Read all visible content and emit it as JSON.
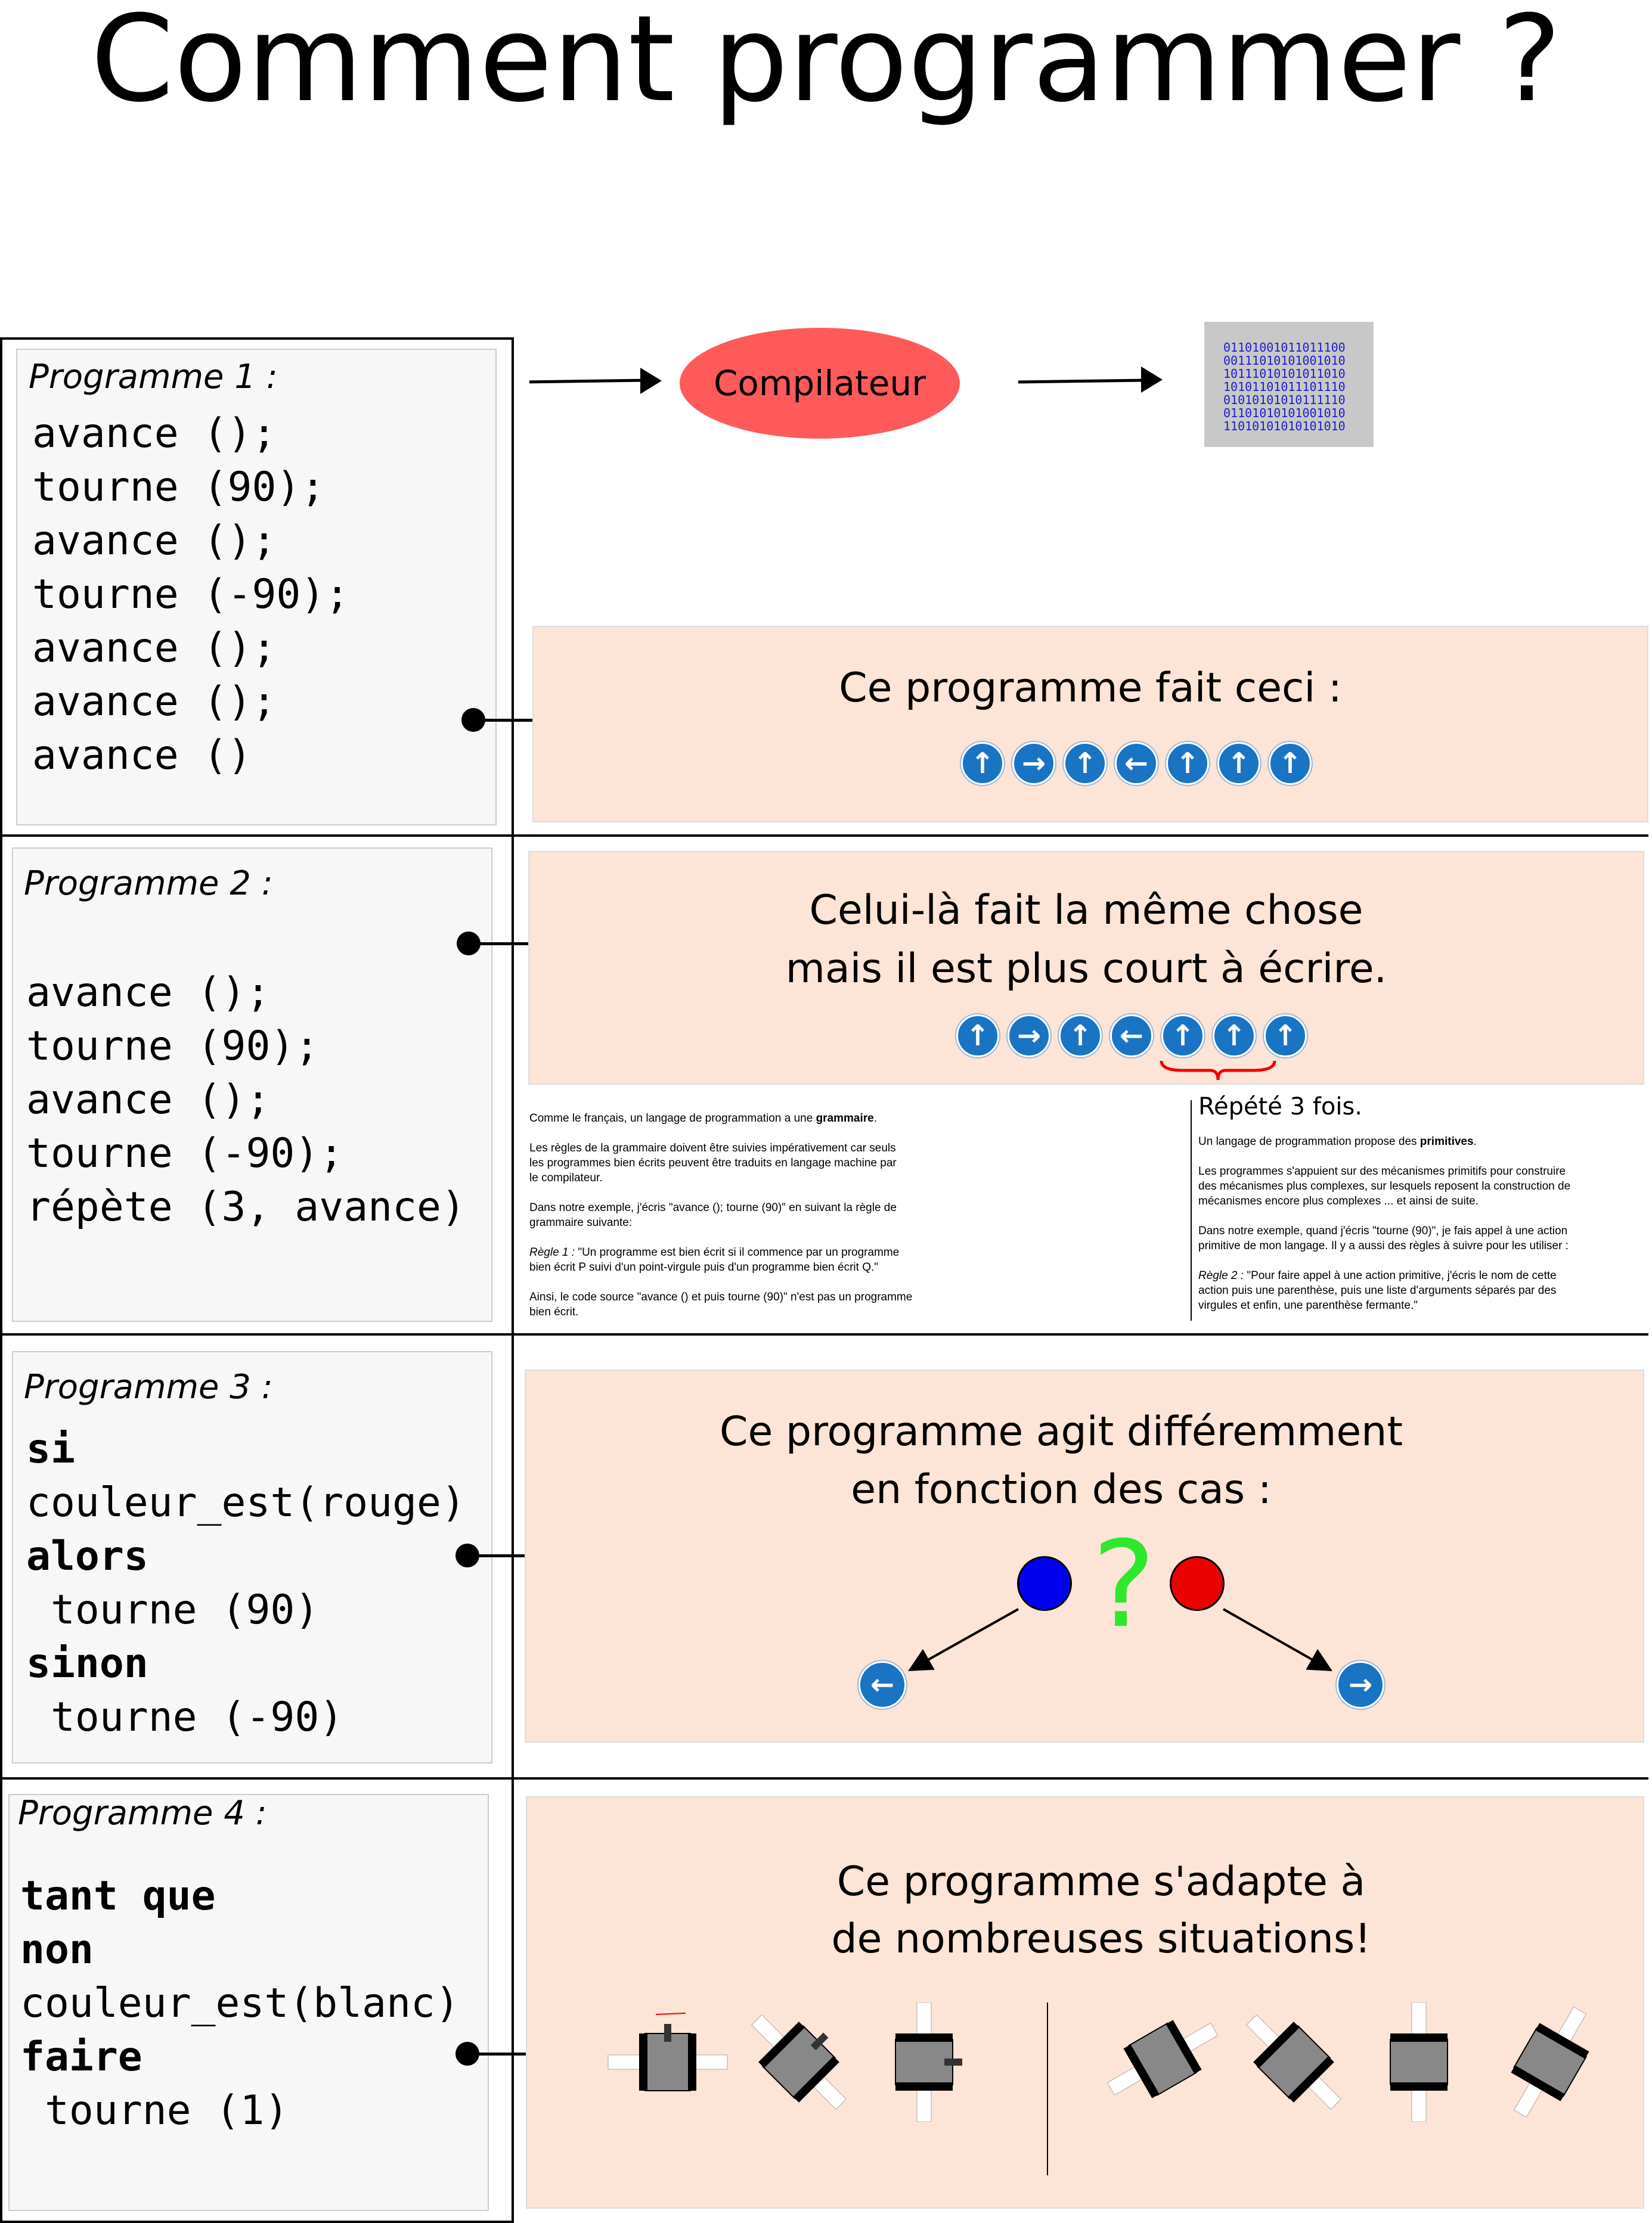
{
  "title": "Comment programmer ?",
  "compiler": {
    "label": "Compilateur",
    "binary": [
      "01101001011011100",
      "00111010101001010",
      "10111010101011010",
      "10101101011101110",
      "01010101010111110",
      "01101010101001010",
      "11010101010101010"
    ]
  },
  "programs": [
    {
      "label": "Programme 1 :",
      "lines": [
        {
          "text": "avance ();",
          "bold": false
        },
        {
          "text": "tourne (90);",
          "bold": false
        },
        {
          "text": "avance ();",
          "bold": false
        },
        {
          "text": "tourne (-90);",
          "bold": false
        },
        {
          "text": "avance ();",
          "bold": false
        },
        {
          "text": "avance ();",
          "bold": false
        },
        {
          "text": "avance ()",
          "bold": false
        }
      ]
    },
    {
      "label": "Programme 2 :",
      "lines": [
        {
          "text": "avance ();",
          "bold": false
        },
        {
          "text": "tourne (90);",
          "bold": false
        },
        {
          "text": "avance ();",
          "bold": false
        },
        {
          "text": "tourne (-90);",
          "bold": false
        },
        {
          "text": "répète (3, avance)",
          "bold": false
        }
      ]
    },
    {
      "label": "Programme 3 :",
      "lines": [
        {
          "text": "si",
          "bold": true
        },
        {
          "text": "couleur_est(rouge)",
          "bold": false
        },
        {
          "text": "alors",
          "bold": true
        },
        {
          "text": " tourne (90)",
          "bold": false
        },
        {
          "text": "sinon",
          "bold": true
        },
        {
          "text": " tourne (-90)",
          "bold": false
        }
      ]
    },
    {
      "label": "Programme 4 :",
      "lines": [
        {
          "text": "tant que",
          "bold": true
        },
        {
          "text": "non",
          "bold": true
        },
        {
          "text": "couleur_est(blanc)",
          "bold": false
        },
        {
          "text": "faire",
          "bold": true
        },
        {
          "text": " tourne (1)",
          "bold": false
        }
      ]
    }
  ],
  "panels": {
    "p1": {
      "text": "Ce programme fait ceci :",
      "icons": [
        "up-arrow",
        "right-arrow",
        "up-arrow",
        "left-arrow",
        "up-arrow",
        "up-arrow",
        "up-arrow"
      ]
    },
    "p2": {
      "line1": "Celui-là fait la même chose",
      "line2": "mais il est plus court à écrire.",
      "icons": [
        "up-arrow",
        "right-arrow",
        "up-arrow",
        "left-arrow",
        "up-arrow",
        "up-arrow",
        "up-arrow"
      ],
      "repeat_label": "Répété 3 fois."
    },
    "p3": {
      "line1": "Ce programme agit différemment",
      "line2": "en fonction des cas :",
      "qmark": "?",
      "left_color": "#0000ee",
      "right_color": "#ee0000",
      "left_icon": "left-arrow",
      "right_icon": "right-arrow"
    },
    "p4": {
      "line1": "Ce programme s'adapte à",
      "line2": "de nombreuses situations!"
    }
  },
  "text_left": {
    "p1_pre": "Comme le français, un langage de programmation a une ",
    "p1_bold": "grammaire",
    "p1_post": ".",
    "p2": "Les règles de la grammaire doivent être suivies impérativement car seuls\nles programmes bien écrits peuvent être traduits en langage machine par\nle compilateur.",
    "p3": "Dans notre exemple, j'écris \"avance (); tourne (90)\" en suivant la règle de\ngrammaire suivante:",
    "p4_rule": "Règle 1 :",
    "p4": " \"Un programme est bien écrit si il commence par un programme\nbien écrit P suivi d'un point-virgule puis d'un programme bien écrit Q.\"",
    "p5": "Ainsi, le code source \"avance () et puis tourne (90)\" n'est pas un programme\nbien écrit."
  },
  "text_right": {
    "p1_pre": "Un langage de programmation propose des ",
    "p1_bold": "primitives",
    "p1_post": ".",
    "p2": "Les programmes s'appuient sur des mécanismes primitifs pour construire\ndes mécanismes plus complexes, sur lesquels reposent la construction de\nmécanismes encore plus complexes ... et ainsi de suite.",
    "p3": "Dans notre exemple, quand j'écris \"tourne (90)\", je fais appel à une action\nprimitive de mon langage. Il y a aussi des règles à suivre pour les utiliser :",
    "p4_rule": "Règle 2 :",
    "p4": " \"Pour faire appel à une action primitive, j'écris le nom de cette\naction puis une parenthèse, puis une liste d'arguments séparés par des\nvirgules et enfin, une parenthèse fermante.\""
  },
  "colors": {
    "panel_bg": "#fce4d6",
    "sign_blue": "#1a74c4",
    "compiler_red": "#ff5a5a",
    "brace_red": "#ee0000"
  }
}
